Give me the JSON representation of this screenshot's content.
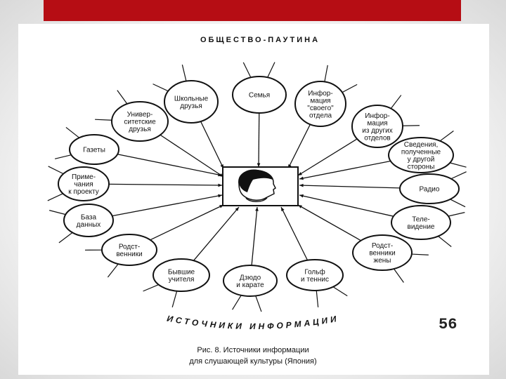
{
  "slide": {
    "title": "ОБЩЕСТВО-ПАУТИНА",
    "page_number": "56",
    "arc_label": "ИСТОЧНИКИ ИНФОРМАЦИИ",
    "caption_line1": "Рис. 8.  Источники информации",
    "caption_line2": "для слушающей культуры (Япония)",
    "bar_color": "#b60d14"
  },
  "nodes": [
    {
      "id": "school",
      "lines": [
        "Школьные",
        "друзья"
      ]
    },
    {
      "id": "family",
      "lines": [
        "Семья"
      ]
    },
    {
      "id": "dept-info",
      "lines": [
        "Инфор-",
        "мация",
        "\"своего\"",
        "отдела"
      ]
    },
    {
      "id": "univ",
      "lines": [
        "Универ-",
        "ситетские",
        "друзья"
      ]
    },
    {
      "id": "other-dept",
      "lines": [
        "Инфор-",
        "мация",
        "из других",
        "отделов"
      ]
    },
    {
      "id": "newspapers",
      "lines": [
        "Газеты"
      ]
    },
    {
      "id": "other-side",
      "lines": [
        "Сведения,",
        "полученные",
        "у другой",
        "стороны"
      ]
    },
    {
      "id": "notes",
      "lines": [
        "Приме-",
        "чания",
        "к проекту"
      ]
    },
    {
      "id": "radio",
      "lines": [
        "Радио"
      ]
    },
    {
      "id": "database",
      "lines": [
        "База",
        "данных"
      ]
    },
    {
      "id": "tv",
      "lines": [
        "Теле-",
        "видение"
      ]
    },
    {
      "id": "relatives",
      "lines": [
        "Родст-",
        "венники"
      ]
    },
    {
      "id": "wife-relatives",
      "lines": [
        "Родст-",
        "венники",
        "жены"
      ]
    },
    {
      "id": "teachers",
      "lines": [
        "Бывшие",
        "учителя"
      ]
    },
    {
      "id": "judo",
      "lines": [
        "Дзюдо",
        "и карате"
      ]
    },
    {
      "id": "golf",
      "lines": [
        "Гольф",
        "и теннис"
      ]
    }
  ]
}
